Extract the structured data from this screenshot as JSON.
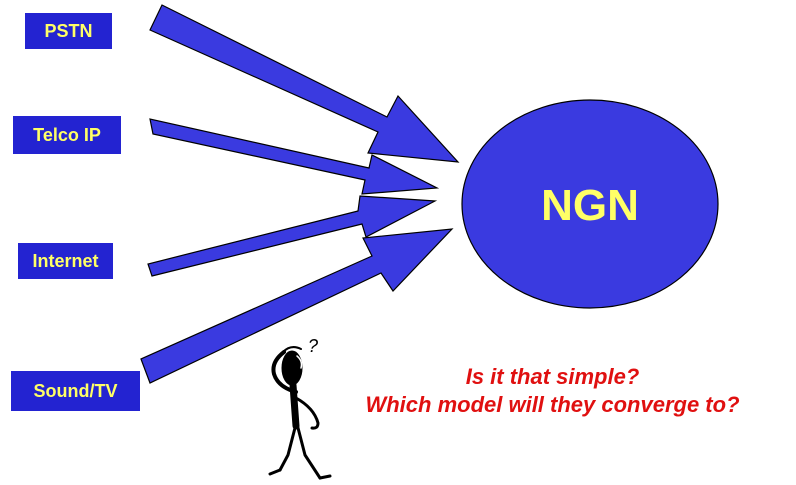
{
  "sources": [
    {
      "id": "pstn",
      "label": "PSTN"
    },
    {
      "id": "telco",
      "label": "Telco IP"
    },
    {
      "id": "internet",
      "label": "Internet"
    },
    {
      "id": "sound",
      "label": "Sound/TV"
    }
  ],
  "hub": {
    "label": "NGN"
  },
  "question_mark": "?",
  "caption": {
    "line1": "Is it that simple?",
    "line2": "Which model will they converge to?"
  },
  "colors": {
    "arrow_fill": "#3a3ae0",
    "arrow_stroke": "#000000",
    "box_fill": "#2323d1",
    "box_text": "#ffff66",
    "hub_fill": "#3a3ae0",
    "hub_text": "#ffff66",
    "caption_text": "#e01010"
  },
  "icons": {
    "thinker": "confused-thinking-person-icon"
  }
}
